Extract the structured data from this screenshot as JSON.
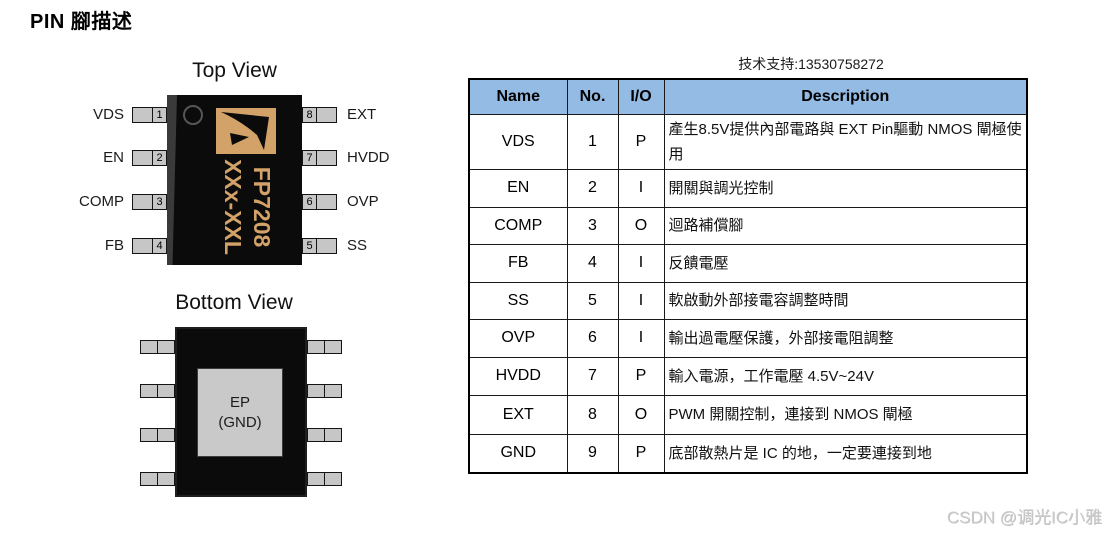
{
  "page": {
    "title": "PIN 腳描述",
    "tech_support": "技术支持:13530758272",
    "watermark": "CSDN @调光IC小雅"
  },
  "top_view": {
    "title": "Top View",
    "marking_line1": "FP7208",
    "marking_line2": "XXx-XXL",
    "left_pins": [
      {
        "label": "VDS",
        "num": "1"
      },
      {
        "label": "EN",
        "num": "2"
      },
      {
        "label": "COMP",
        "num": "3"
      },
      {
        "label": "FB",
        "num": "4"
      }
    ],
    "right_pins": [
      {
        "label": "EXT",
        "num": "8"
      },
      {
        "label": "HVDD",
        "num": "7"
      },
      {
        "label": "OVP",
        "num": "6"
      },
      {
        "label": "SS",
        "num": "5"
      }
    ]
  },
  "bottom_view": {
    "title": "Bottom View",
    "pad_line1": "EP",
    "pad_line2": "(GND)"
  },
  "table": {
    "headers": [
      "Name",
      "No.",
      "I/O",
      "Description"
    ],
    "rows": [
      {
        "name": "VDS",
        "no": "1",
        "io": "P",
        "desc": "產生8.5V提供內部電路與 EXT Pin驅動 NMOS 閘極使用"
      },
      {
        "name": "EN",
        "no": "2",
        "io": "I",
        "desc": "開關與調光控制"
      },
      {
        "name": "COMP",
        "no": "3",
        "io": "O",
        "desc": "迴路補償腳"
      },
      {
        "name": "FB",
        "no": "4",
        "io": "I",
        "desc": "反饋電壓"
      },
      {
        "name": "SS",
        "no": "5",
        "io": "I",
        "desc": "軟啟動外部接電容調整時間"
      },
      {
        "name": "OVP",
        "no": "6",
        "io": "I",
        "desc": "輸出過電壓保護，外部接電阻調整"
      },
      {
        "name": "HVDD",
        "no": "7",
        "io": "P",
        "desc": "輸入電源，工作電壓 4.5V~24V"
      },
      {
        "name": "EXT",
        "no": "8",
        "io": "O",
        "desc": "PWM 開關控制，連接到 NMOS 閘極"
      },
      {
        "name": "GND",
        "no": "9",
        "io": "P",
        "desc": "底部散熱片是 IC 的地，一定要連接到地"
      }
    ]
  },
  "colors": {
    "header_bg": "#93BBE3",
    "chip_marking": "#D2A269",
    "pin_fill": "#C6C6C6",
    "chip_body": "#0B0B0B"
  }
}
